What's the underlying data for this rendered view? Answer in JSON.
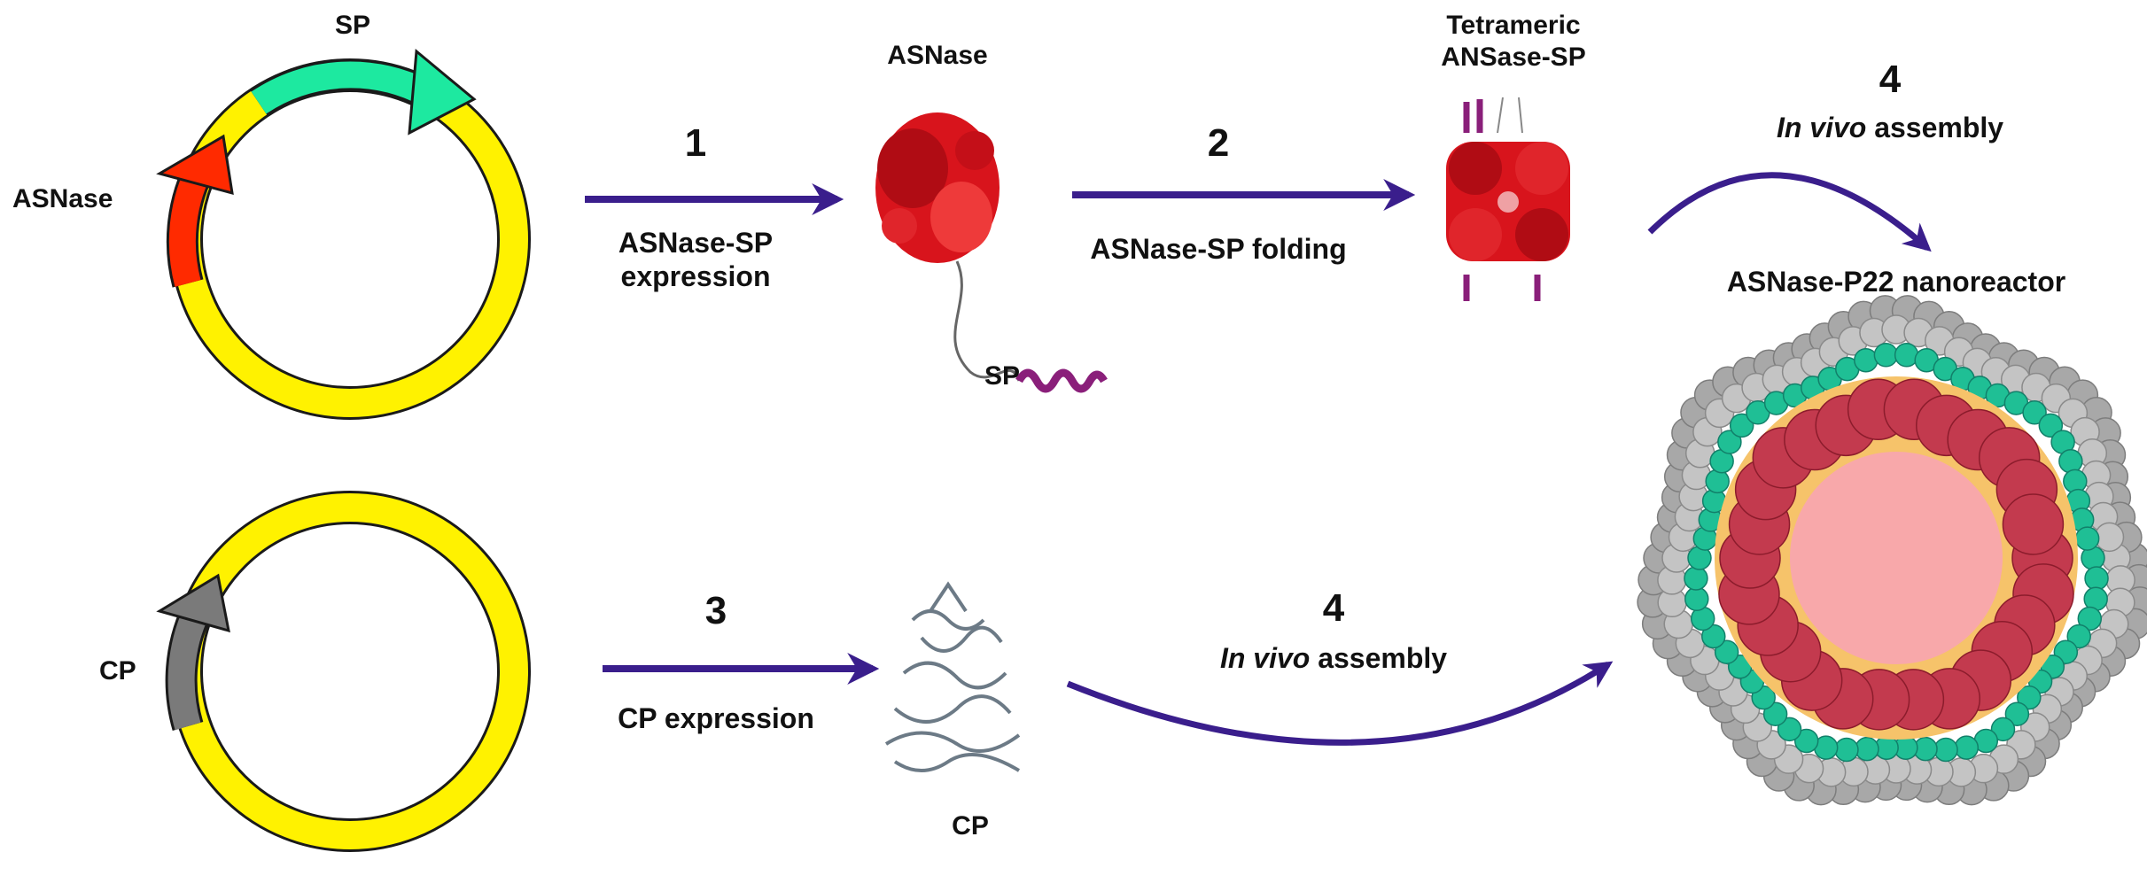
{
  "colors": {
    "arrow": "#3a1e8c",
    "plasmid": "#fff200",
    "plasmid_outline": "#1a1a1a",
    "gene_asnase": "#ff2a00",
    "gene_sp": "#1de9a0",
    "gene_cp": "#7a7a7a",
    "protein_red": "#d8141c",
    "signal_peptide": "#8a1f7a",
    "capsid_shell": "#a8a8a8",
    "capsid_inner": "#1fbf95",
    "cargo_layer": "#f6c36a",
    "lumen": "#f8a8aa"
  },
  "plasmid_top": {
    "sp_label": "SP",
    "asnase_label": "ASNase"
  },
  "plasmid_bottom": {
    "cp_label": "CP"
  },
  "step1": {
    "number": "1",
    "line1": "ASNase-SP",
    "line2": "expression"
  },
  "step2": {
    "number": "2",
    "label": "ASNase-SP folding"
  },
  "step3": {
    "number": "3",
    "label": "CP expression"
  },
  "step4_top": {
    "number": "4",
    "italic": "In vivo",
    "rest": " assembly"
  },
  "step4_bottom": {
    "number": "4",
    "italic": "In vivo",
    "rest": " assembly"
  },
  "monomer": {
    "label": "ASNase",
    "sp_label": "SP"
  },
  "tetramer": {
    "line1": "Tetrameric",
    "line2": "ANSase-SP"
  },
  "cp_protein": {
    "label": "CP"
  },
  "nanoreactor": {
    "title": "ASNase-P22 nanoreactor"
  }
}
